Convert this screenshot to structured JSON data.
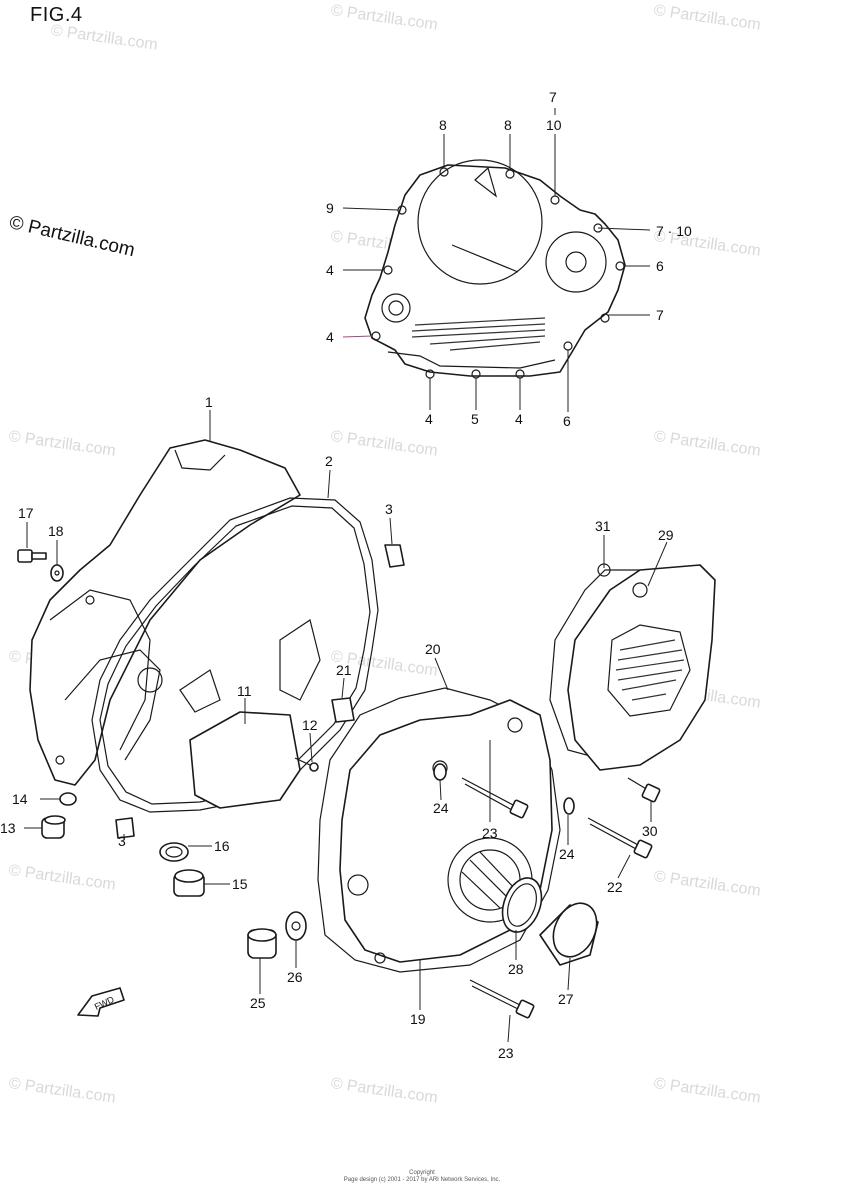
{
  "figure": {
    "title": "FIG.4",
    "copyright_note": "© Partzilla.com",
    "watermark_text": "© Partzilla.com",
    "footer_lines": [
      "Copyright",
      "Page design (c) 2001 - 2017 by ARI Network Services, Inc."
    ]
  },
  "fwd_label": "FWD",
  "callouts": [
    {
      "id": "c-7a",
      "label": "7"
    },
    {
      "id": "c-10a",
      "label": "10"
    },
    {
      "id": "c-8a",
      "label": "8"
    },
    {
      "id": "c-8b",
      "label": "8"
    },
    {
      "id": "c-9",
      "label": "9"
    },
    {
      "id": "c-710",
      "label": "7 · 10"
    },
    {
      "id": "c-4a",
      "label": "4"
    },
    {
      "id": "c-6a",
      "label": "6"
    },
    {
      "id": "c-4b",
      "label": "4"
    },
    {
      "id": "c-7b",
      "label": "7"
    },
    {
      "id": "c-4c",
      "label": "4"
    },
    {
      "id": "c-5",
      "label": "5"
    },
    {
      "id": "c-4d",
      "label": "4"
    },
    {
      "id": "c-6b",
      "label": "6"
    },
    {
      "id": "c-1",
      "label": "1"
    },
    {
      "id": "c-2",
      "label": "2"
    },
    {
      "id": "c-3a",
      "label": "3"
    },
    {
      "id": "c-17",
      "label": "17"
    },
    {
      "id": "c-18",
      "label": "18"
    },
    {
      "id": "c-31",
      "label": "31"
    },
    {
      "id": "c-29",
      "label": "29"
    },
    {
      "id": "c-20",
      "label": "20"
    },
    {
      "id": "c-21",
      "label": "21"
    },
    {
      "id": "c-11",
      "label": "11"
    },
    {
      "id": "c-12",
      "label": "12"
    },
    {
      "id": "c-14",
      "label": "14"
    },
    {
      "id": "c-13",
      "label": "13"
    },
    {
      "id": "c-3b",
      "label": "3"
    },
    {
      "id": "c-16",
      "label": "16"
    },
    {
      "id": "c-15",
      "label": "15"
    },
    {
      "id": "c-24a",
      "label": "24"
    },
    {
      "id": "c-23a",
      "label": "23"
    },
    {
      "id": "c-24b",
      "label": "24"
    },
    {
      "id": "c-30",
      "label": "30"
    },
    {
      "id": "c-22",
      "label": "22"
    },
    {
      "id": "c-28",
      "label": "28"
    },
    {
      "id": "c-27",
      "label": "27"
    },
    {
      "id": "c-26",
      "label": "26"
    },
    {
      "id": "c-25",
      "label": "25"
    },
    {
      "id": "c-19",
      "label": "19"
    },
    {
      "id": "c-23b",
      "label": "23"
    }
  ]
}
